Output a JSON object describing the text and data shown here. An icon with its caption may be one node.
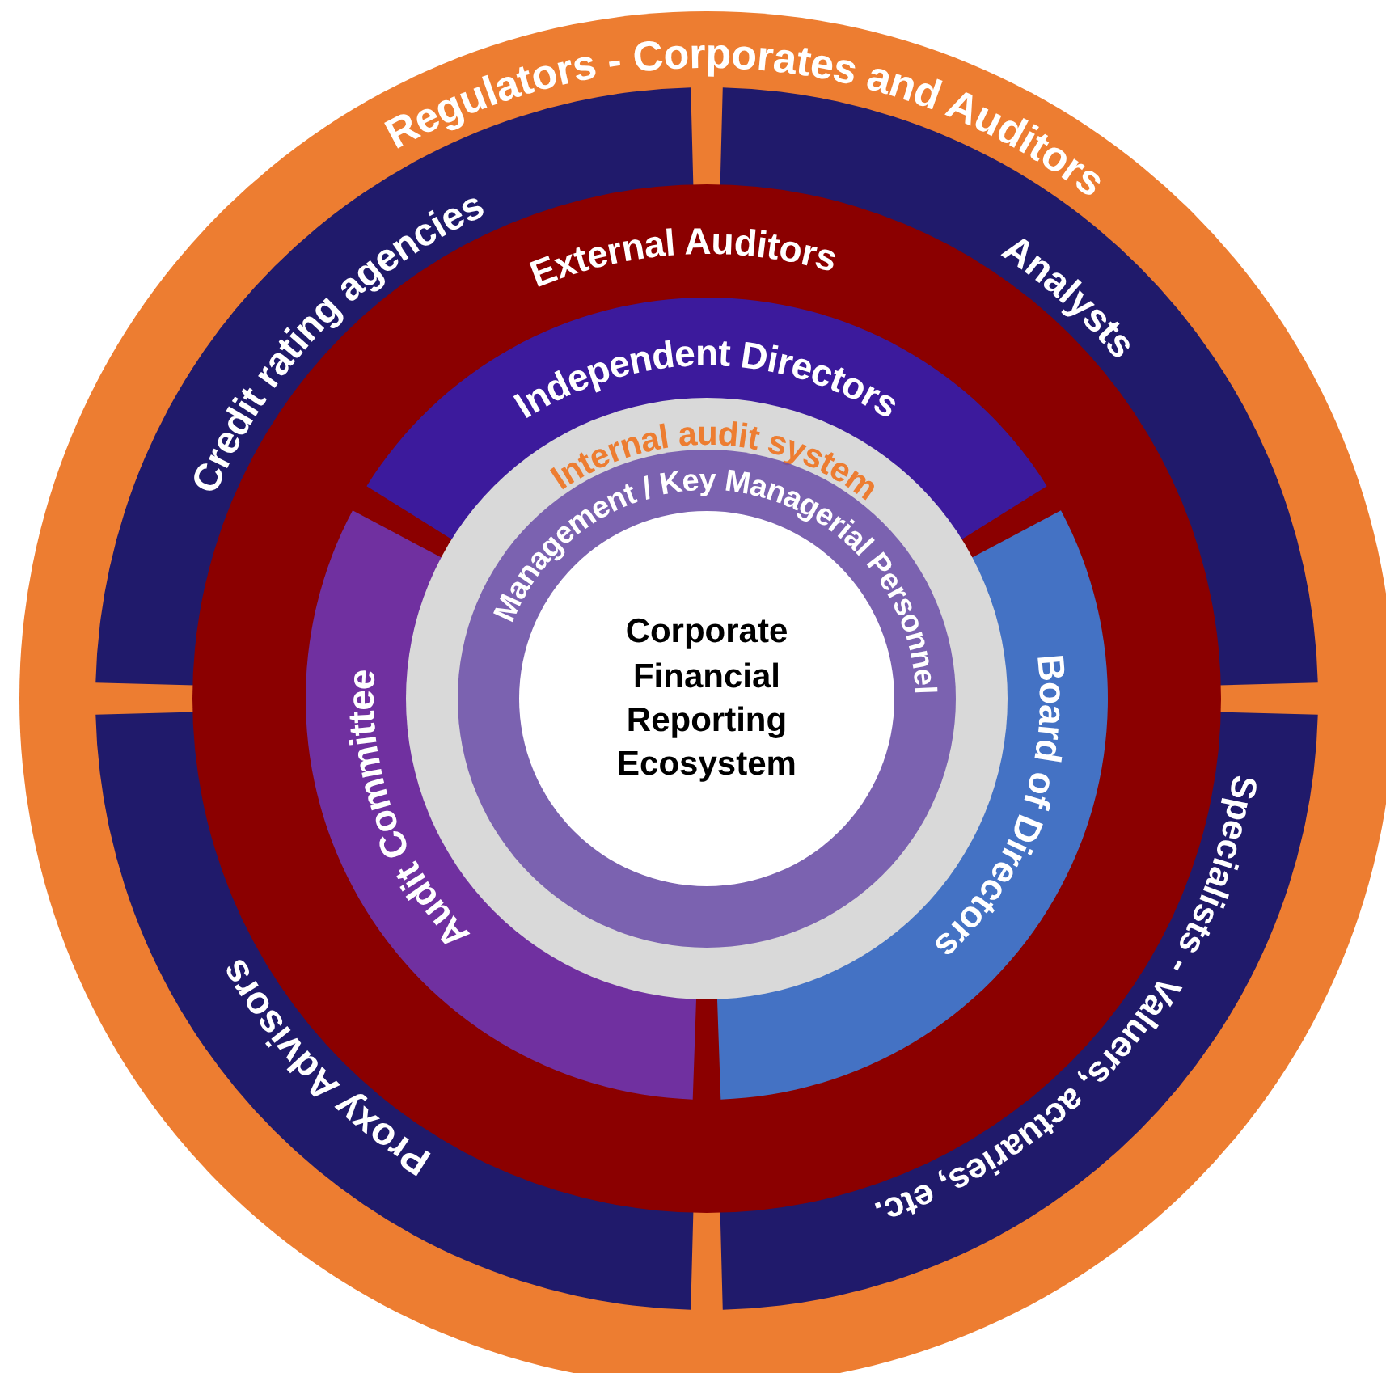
{
  "diagram": {
    "nodes": [
      {
        "text": [
          "Regulators - Corporates and Auditors"
        ]
      },
      {
        "text": [
          "Credit rating agencies"
        ]
      },
      {
        "text": [
          "Analysts"
        ]
      },
      {
        "text": [
          "Proxy Advisors"
        ]
      },
      {
        "text": [
          "Specialists - Valuers, actuaries, etc."
        ]
      },
      {
        "text": [
          "External Auditors"
        ]
      },
      {
        "text": [
          "Independent Directors"
        ]
      },
      {
        "text": [
          "Audit Committee"
        ]
      },
      {
        "text": [
          "Board of Directors"
        ]
      },
      {
        "text": [
          "Internal audit system"
        ]
      },
      {
        "text": [
          "Management / Key Managerial Personnel"
        ]
      },
      {
        "text": [
          "Corporate Financial Reporting Ecosystem"
        ]
      }
    ],
    "edges": []
  }
}
